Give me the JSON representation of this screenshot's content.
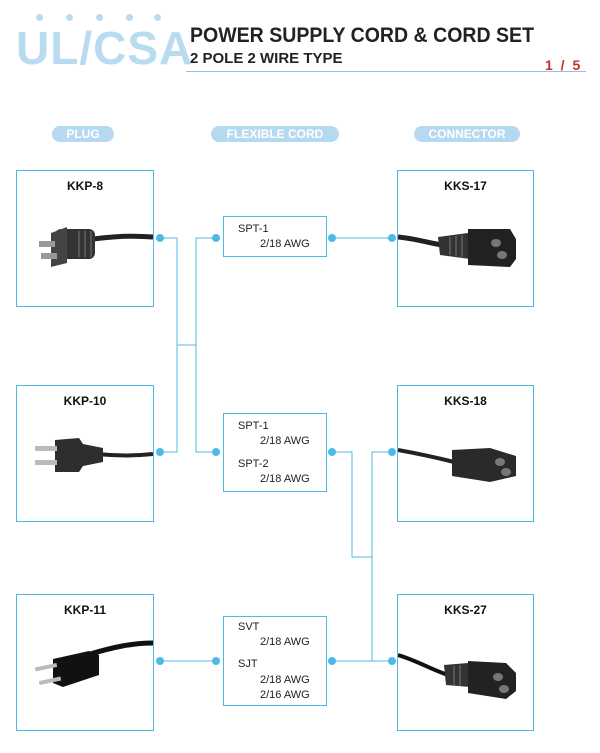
{
  "header": {
    "brand": "UL/CSA",
    "title": "POWER SUPPLY CORD & CORD SET",
    "subtitle": "2 POLE 2 WIRE TYPE",
    "page": "1 / 5"
  },
  "columns": {
    "plug": "PLUG",
    "cord": "FLEXIBLE CORD",
    "connector": "CONNECTOR"
  },
  "plugs": [
    {
      "name": "KKP-8"
    },
    {
      "name": "KKP-10"
    },
    {
      "name": "KKP-11"
    }
  ],
  "cords": [
    {
      "lines": [
        {
          "type": "SPT-1",
          "awg": "2/18 AWG"
        }
      ]
    },
    {
      "lines": [
        {
          "type": "SPT-1",
          "awg": "2/18 AWG"
        },
        {
          "type": "SPT-2",
          "awg": "2/18 AWG"
        }
      ]
    },
    {
      "svt": "SVT",
      "svt_awg": "2/18 AWG",
      "sjt": "SJT",
      "sjt_awg1": "2/18 AWG",
      "sjt_awg2": "2/16 AWG"
    }
  ],
  "connectors": [
    {
      "name": "KKS-17"
    },
    {
      "name": "KKS-18"
    },
    {
      "name": "KKS-27"
    }
  ],
  "colors": {
    "accent": "#4fb9e6",
    "pill": "#b6d9f2",
    "brand": "#b9dbf0",
    "page": "#c0312e"
  }
}
